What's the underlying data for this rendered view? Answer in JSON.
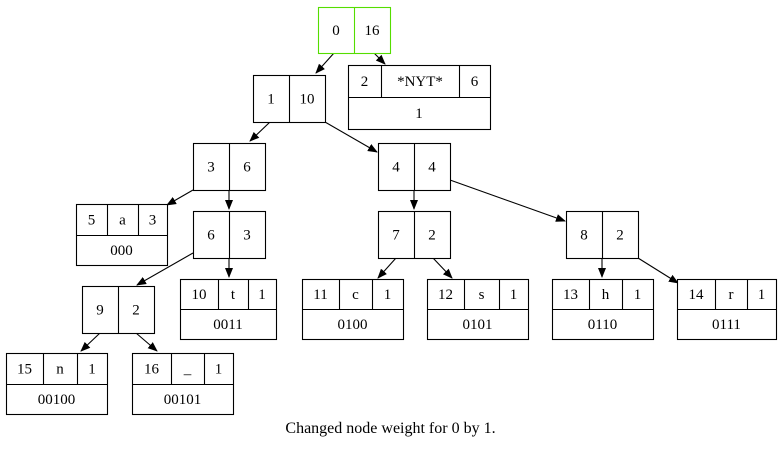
{
  "caption": "Changed node weight for 0 by 1.",
  "colors": {
    "highlight": "#55dd00",
    "line": "#000000",
    "background": "#ffffff"
  },
  "internal_nodes": [
    {
      "id": "n0",
      "number": "0",
      "weight": "16",
      "highlighted": true
    },
    {
      "id": "n1",
      "number": "1",
      "weight": "10"
    },
    {
      "id": "n3",
      "number": "3",
      "weight": "6"
    },
    {
      "id": "n4",
      "number": "4",
      "weight": "4"
    },
    {
      "id": "n6",
      "number": "6",
      "weight": "3"
    },
    {
      "id": "n7",
      "number": "7",
      "weight": "2"
    },
    {
      "id": "n8",
      "number": "8",
      "weight": "2"
    },
    {
      "id": "n9",
      "number": "9",
      "weight": "2"
    }
  ],
  "leaf_nodes": [
    {
      "id": "nyt",
      "number": "2",
      "symbol": "*NYT*",
      "weight": "6",
      "code": "1"
    },
    {
      "id": "a",
      "number": "5",
      "symbol": "a",
      "weight": "3",
      "code": "000"
    },
    {
      "id": "t",
      "number": "10",
      "symbol": "t",
      "weight": "1",
      "code": "0011"
    },
    {
      "id": "c",
      "number": "11",
      "symbol": "c",
      "weight": "1",
      "code": "0100"
    },
    {
      "id": "s",
      "number": "12",
      "symbol": "s",
      "weight": "1",
      "code": "0101"
    },
    {
      "id": "h",
      "number": "13",
      "symbol": "h",
      "weight": "1",
      "code": "0110"
    },
    {
      "id": "r",
      "number": "14",
      "symbol": "r",
      "weight": "1",
      "code": "0111"
    },
    {
      "id": "n",
      "number": "15",
      "symbol": "n",
      "weight": "1",
      "code": "00100"
    },
    {
      "id": "u",
      "number": "16",
      "symbol": "_",
      "weight": "1",
      "code": "00101"
    }
  ],
  "edges": [
    [
      "n0",
      "n1"
    ],
    [
      "n0",
      "nyt"
    ],
    [
      "n1",
      "n3"
    ],
    [
      "n1",
      "n4"
    ],
    [
      "n3",
      "a"
    ],
    [
      "n3",
      "n6"
    ],
    [
      "n4",
      "n7"
    ],
    [
      "n4",
      "n8"
    ],
    [
      "n6",
      "n9"
    ],
    [
      "n6",
      "t"
    ],
    [
      "n7",
      "c"
    ],
    [
      "n7",
      "s"
    ],
    [
      "n8",
      "h"
    ],
    [
      "n8",
      "r"
    ],
    [
      "n9",
      "n"
    ],
    [
      "n9",
      "u"
    ]
  ]
}
